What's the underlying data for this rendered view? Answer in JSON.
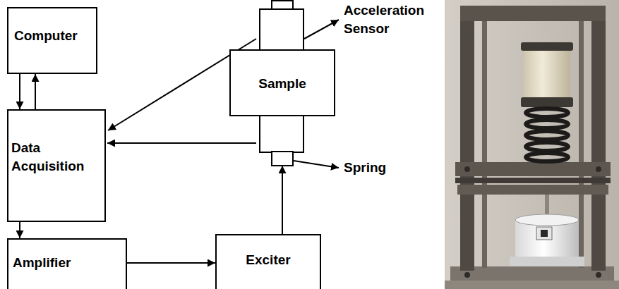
{
  "diagram": {
    "nodes": [
      {
        "text": [
          "Computer"
        ]
      },
      {
        "text": [
          "Data Acquisition"
        ]
      },
      {
        "text": [
          "Amplifier"
        ]
      },
      {
        "text": [
          "Exciter"
        ]
      },
      {
        "text": [
          "Sample"
        ]
      }
    ],
    "edges": [
      {
        "from": 0,
        "to": 1,
        "arrow": "to"
      },
      {
        "from": 1,
        "to": 0,
        "arrow": "to"
      },
      {
        "from": 1,
        "to": 2,
        "arrow": "to"
      },
      {
        "from": 2,
        "to": 3,
        "arrow": "to"
      },
      {
        "from": 3,
        "to": 4,
        "arrow": "to"
      },
      {
        "from": 4,
        "to": 1,
        "arrow": "to"
      },
      {
        "from": 4,
        "to": 1,
        "arrow": "to"
      }
    ],
    "labels": [
      "Acceleration Sensor",
      "Spring"
    ]
  }
}
